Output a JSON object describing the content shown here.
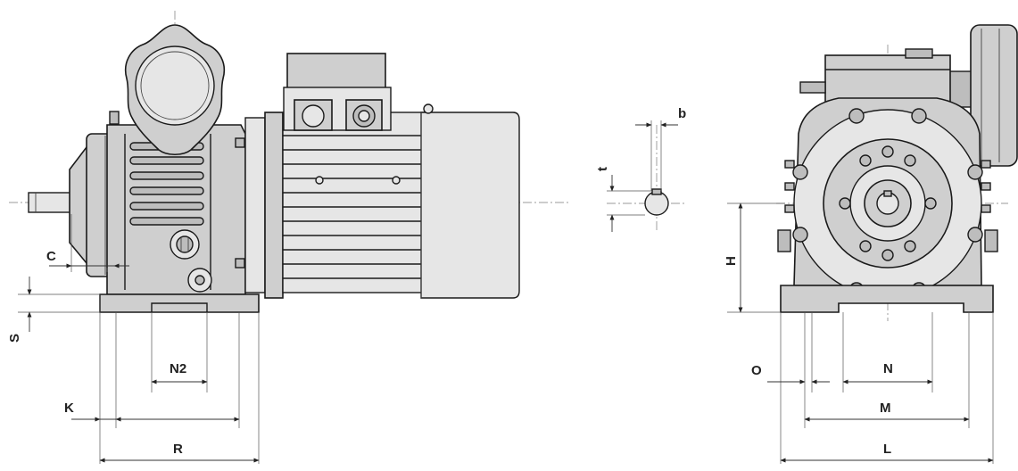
{
  "labels": {
    "C": "C",
    "S": "S",
    "N2": "N2",
    "K": "K",
    "R": "R",
    "b": "b",
    "t": "t",
    "H": "H",
    "O": "O",
    "N": "N",
    "M": "M",
    "L": "L"
  },
  "colors": {
    "body_fill": "#cfcfcf",
    "dark_fill": "#bdbdbd",
    "light_fill": "#e6e6e6",
    "outline": "#1a1a1a"
  }
}
